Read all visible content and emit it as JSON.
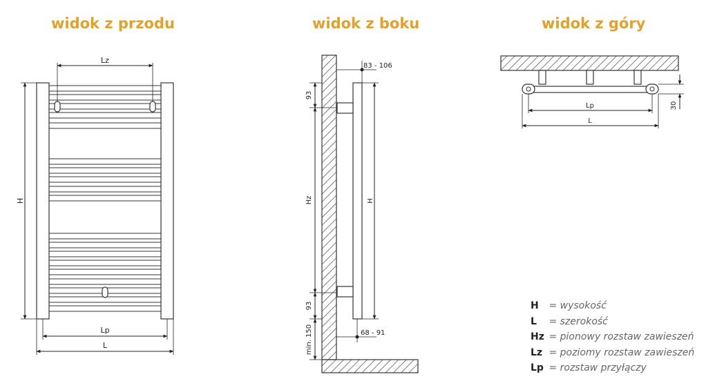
{
  "colors": {
    "accent": "#e2a12a"
  },
  "views": {
    "front": "widok z przodu",
    "side": "widok z boku",
    "top": "widok z góry"
  },
  "dims": {
    "front": {
      "Lz": "Lz",
      "H": "H",
      "Lp": "Lp",
      "L": "L"
    },
    "side": {
      "offset_top": "83 - 106",
      "offset_bottom": "68 - 91",
      "hz": "Hz",
      "h": "H",
      "d93_top": "93",
      "d93_bottom": "93",
      "min150": "min. 150"
    },
    "top": {
      "Lp": "Lp",
      "L": "L",
      "d30": "30"
    }
  },
  "legend": [
    {
      "key": "H",
      "desc": "= wysokość"
    },
    {
      "key": "L",
      "desc": "= szerokość"
    },
    {
      "key": "Hz",
      "desc": "= pionowy rozstaw zawieszeń"
    },
    {
      "key": "Lz",
      "desc": "= poziomy rozstaw zawieszeń"
    },
    {
      "key": "Lp",
      "desc": "= rozstaw przyłączy"
    }
  ]
}
